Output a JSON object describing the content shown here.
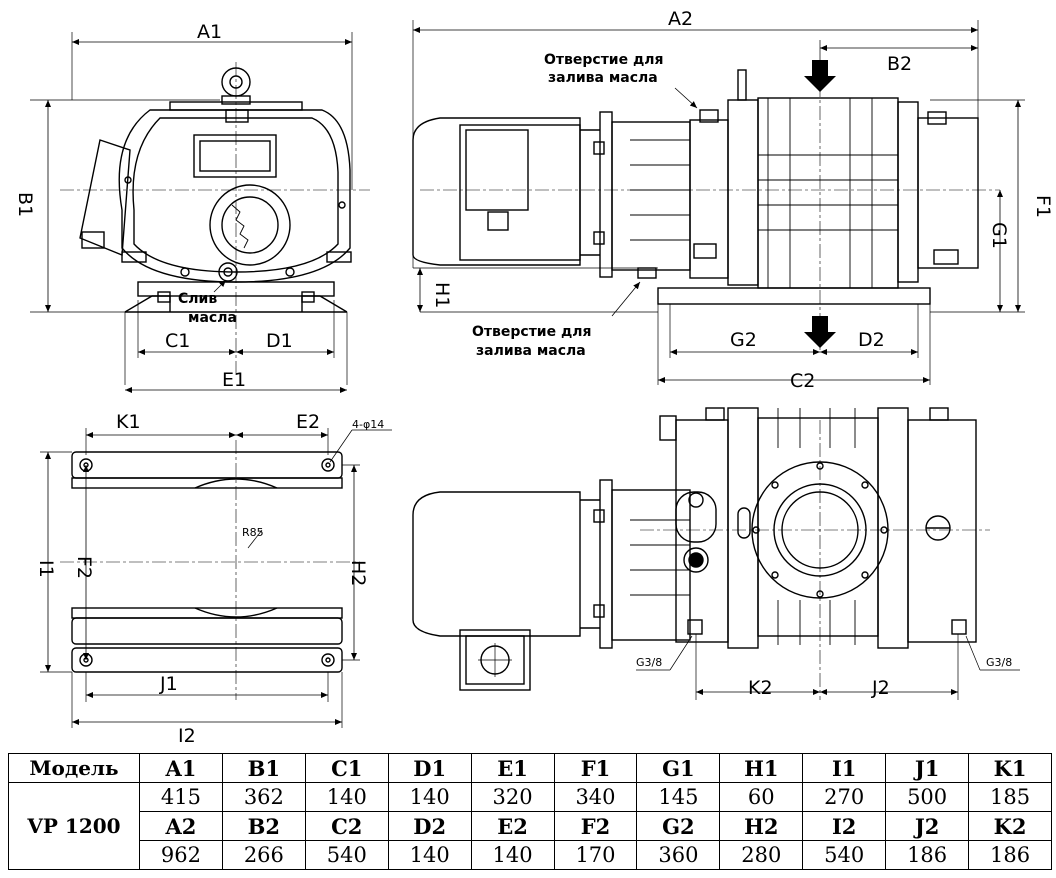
{
  "dimension_labels": {
    "A1": "A1",
    "B1": "B1",
    "C1": "C1",
    "D1": "D1",
    "E1": "E1",
    "A2": "A2",
    "B2": "B2",
    "C2": "C2",
    "D2": "D2",
    "F1": "F1",
    "G1": "G1",
    "G2": "G2",
    "H1": "H1",
    "K1": "K1",
    "E2": "E2",
    "I1": "I1",
    "F2": "F2",
    "H2": "H2",
    "J1": "J1",
    "I2": "I2",
    "K2": "K2",
    "J2": "J2"
  },
  "annotations": {
    "oil_drain_line1": "Слив",
    "oil_drain_line2": "масла",
    "oil_fill_top_line1": "Отверстие для",
    "oil_fill_top_line2": "залива масла",
    "oil_fill_bottom_line1": "Отверстие для",
    "oil_fill_bottom_line2": "залива масла",
    "holes": "4-φ14",
    "radius": "R85",
    "port_left": "G3/8",
    "port_right": "G3/8"
  },
  "spec_table": {
    "model_header": "Модель",
    "model_name": "VP 1200",
    "headers_row1": [
      "A1",
      "B1",
      "C1",
      "D1",
      "E1",
      "F1",
      "G1",
      "H1",
      "I1",
      "J1",
      "K1"
    ],
    "values_row1": [
      "415",
      "362",
      "140",
      "140",
      "320",
      "340",
      "145",
      "60",
      "270",
      "500",
      "185"
    ],
    "headers_row2": [
      "A2",
      "B2",
      "C2",
      "D2",
      "E2",
      "F2",
      "G2",
      "H2",
      "I2",
      "J2",
      "K2"
    ],
    "values_row2": [
      "962",
      "266",
      "540",
      "140",
      "140",
      "170",
      "360",
      "280",
      "540",
      "186",
      "186"
    ]
  }
}
